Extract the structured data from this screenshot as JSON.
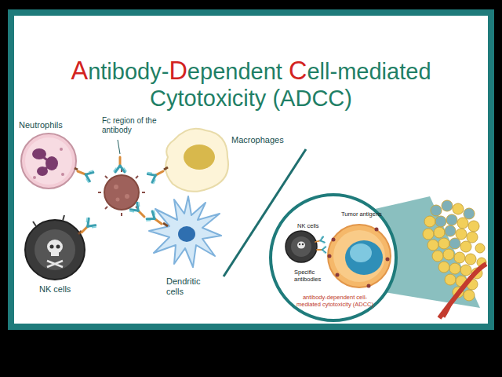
{
  "diagram": {
    "title": "Antibody-Dependent Cell-mediated Cytotoxicity (ADCC)",
    "nodes": [
      {
        "text": [
          "NK cells",
          "Tumor antigens",
          "Specific antibodies",
          "antibody-dependent cell-mediated cytotoxicity (ADCC)"
        ]
      }
    ],
    "labels": [
      "Neutrophils",
      "Fc region of the antibody",
      "Macrophages",
      "NK cells",
      "Dendritic cells"
    ]
  }
}
